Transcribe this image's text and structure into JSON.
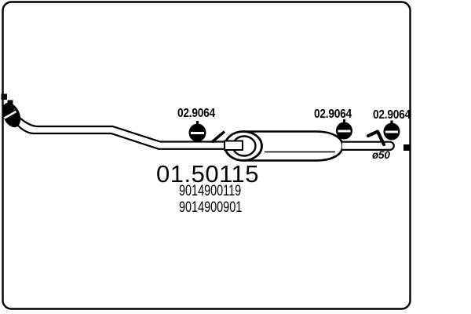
{
  "diagram": {
    "type": "exhaust-part-technical-drawing",
    "product_code": "01.50115",
    "oe_numbers": [
      "9014900119",
      "9014900901"
    ],
    "diameter": "ø50",
    "clamps": [
      {
        "code": "02.9064"
      },
      {
        "code": "02.9064"
      },
      {
        "code": "02.9064"
      }
    ]
  },
  "colors": {
    "ink": "#000000",
    "paper": "#ffffff"
  }
}
